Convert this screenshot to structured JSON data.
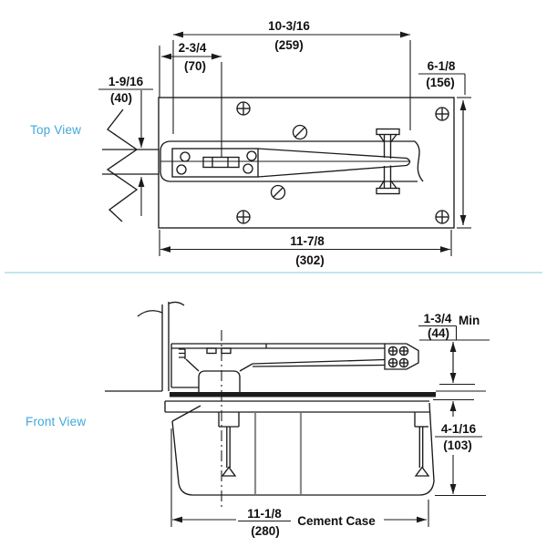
{
  "page": {
    "background": "#ffffff"
  },
  "colors": {
    "accent": "#41a8dc",
    "divider": "#b9e2ee",
    "line": "#1b1b1b",
    "case_internal_gray": "#8c8c8c"
  },
  "top_view": {
    "label": "Top View",
    "dims": {
      "overall_length": {
        "in": "10-3/16",
        "mm": "(259)"
      },
      "valve_offset": {
        "in": "2-3/4",
        "mm": "(70)"
      },
      "door_thickness": {
        "in": "1-9/16",
        "mm": "(40)"
      },
      "plate_height": {
        "in": "6-1/8",
        "mm": "(156)"
      },
      "plate_width": {
        "in": "11-7/8",
        "mm": "(302)"
      }
    }
  },
  "front_view": {
    "label": "Front View",
    "dims": {
      "min_clearance": {
        "in": "1-3/4",
        "mm": "(44)",
        "suffix": "Min"
      },
      "case_depth": {
        "in": "4-1/16",
        "mm": "(103)"
      },
      "case_width": {
        "in": "11-1/8",
        "mm": "(280)"
      },
      "case_label": "Cement Case"
    }
  }
}
